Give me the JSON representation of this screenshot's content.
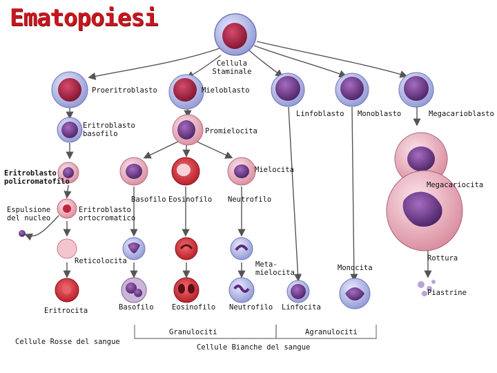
{
  "title": "Ematopoiesi",
  "labels": {
    "stem": "Cellula\nStaminale",
    "proeritroblasto": "Proeritroblasto",
    "mieloblasto": "Mieloblasto",
    "eritro_basofilo": "Eritroblasto\nbasofilo",
    "promielocita": "Promielocita",
    "linfoblasto": "Linfoblasto",
    "monoblasto": "Monoblasto",
    "megacarioblasto": "Megacarioblasto",
    "eritro_policromatofilo": "Eritroblasto\npolicromatofilo",
    "mielocita": "Mielocita",
    "megacariocita": "Megacariocita",
    "basofilo_1": "Basofilo",
    "eosinofilo_1": "Eosinofilo",
    "neutrofilo_1": "Neutrofilo",
    "espulsione": "Espulsione\ndel nucleo",
    "eritro_ortocromatico": "Eritroblasto\nortocromatico",
    "reticolocita": "Reticolocita",
    "metamielocita": "Meta-\nmielocita",
    "monocita": "Monocita",
    "rottura": "Rottura",
    "piastrine": "Piastrine",
    "eritrocita": "Eritrocita",
    "basofilo_2": "Basofilo",
    "eosinofilo_2": "Eosinofilo",
    "neutrofilo_2": "Neutrofilo",
    "linfocita": "Linfocita",
    "granulociti": "Granulociti",
    "agranulociti": "Agranulociti",
    "cellule_rosse": "Cellule Rosse del sangue",
    "cellule_bianche": "Cellule Bianche del sangue"
  },
  "colors": {
    "title": "#c8161d",
    "arrow": "#555555",
    "erythroid": "#c8202a",
    "myeloid_cytoplasm": "#b9bfe6",
    "nucleus_purple": "#7a3d8c",
    "nucleus_red": "#a3203a"
  }
}
